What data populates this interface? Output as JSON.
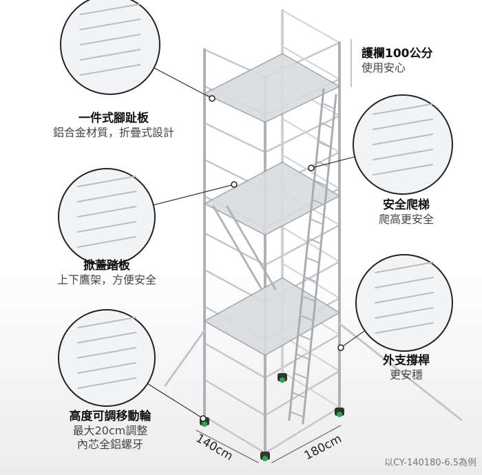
{
  "features": [
    {
      "title": "護欄100公分",
      "sub": [
        "使用安心"
      ]
    },
    {
      "title": "一件式腳趾板",
      "sub": [
        "鋁合金材質，折疊式設計"
      ]
    },
    {
      "title": "安全爬梯",
      "sub": [
        "爬高更安全"
      ]
    },
    {
      "title": "掀蓋踏板",
      "sub": [
        "上下鷹架，方便安全"
      ]
    },
    {
      "title": "外支撐桿",
      "sub": [
        "更安穩"
      ]
    },
    {
      "title": "高度可調移動輪",
      "sub": [
        "最大20cm調整",
        "內芯全鋁螺牙"
      ]
    }
  ],
  "dimensions": {
    "depth": "140cm",
    "width": "180cm"
  },
  "model_note": "以CY-140180-6.5為例",
  "colors": {
    "frame": "#b8bcc0",
    "wheel": "#2aa84a",
    "callout": "#333333"
  }
}
